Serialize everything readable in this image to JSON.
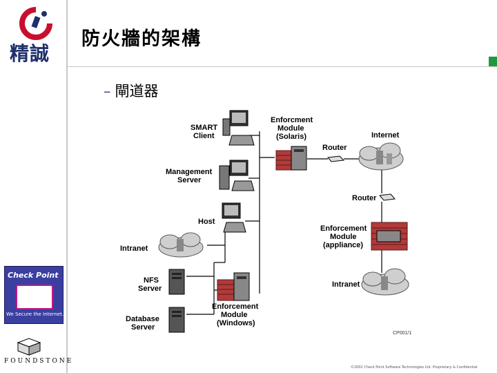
{
  "header": {
    "title": "防火牆的架構",
    "subtitle": "閘道器",
    "subtitle_dash": "–"
  },
  "branding": {
    "logo_text": "精誠",
    "foundstone": "FOUNDSTONE",
    "checkpoint_title": "Check Point",
    "checkpoint_tagline": "We Secure the Internet.",
    "copyright": "©2002 Check Point Software Technologies Ltd. Proprietary & Confidential",
    "accent_color": "#1e9a3c",
    "logo_color": "#c8102e"
  },
  "diagram": {
    "smart_client": [
      "SMART",
      "Client"
    ],
    "enforcement_solaris": [
      "Enforcment",
      "Module",
      "(Solaris)"
    ],
    "internet": "Internet",
    "router_top": "Router",
    "management_server": [
      "Management",
      "Server"
    ],
    "router_right": "Router",
    "host": "Host",
    "enforcement_appliance": [
      "Enforcement",
      "Module",
      "(appliance)"
    ],
    "intranet_left": "Intranet",
    "nfs_server": [
      "NFS",
      "Server"
    ],
    "intranet_right": "Intranet",
    "enforcement_windows": [
      "Enforcement",
      "Module",
      "(Windows)"
    ],
    "database_server": [
      "Database",
      "Server"
    ],
    "figure_code": "CP001/1"
  }
}
